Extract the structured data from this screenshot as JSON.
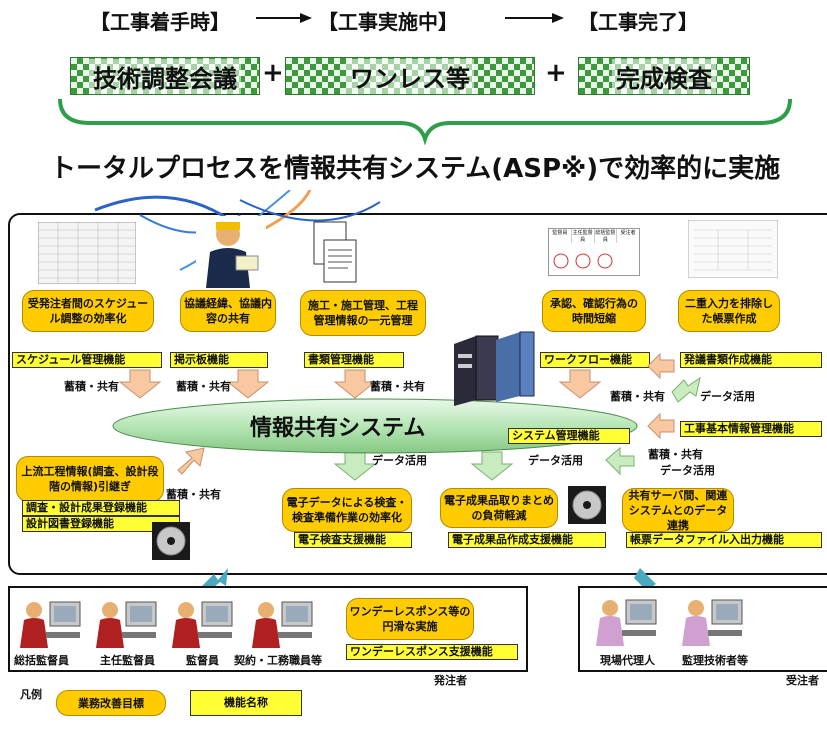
{
  "phases": [
    "【工事着手時】",
    "【工事実施中】",
    "【工事完了】"
  ],
  "process_boxes": [
    "技術調整会議",
    "ワンレス等",
    "完成検査"
  ],
  "plus_sign": "+",
  "headline": "トータルプロセスを情報共有システム(ASP※)で効率的に実施",
  "goals": {
    "schedule": "受発注者間のスケジュール調整の効率化",
    "discussion": "協議経緯、協議内容の共有",
    "documents": "施工・施工管理、工程管理情報の一元管理",
    "approval": "承認、確認行為の時間短縮",
    "double_entry": "二重入力を排除した帳票作成",
    "upstream": "上流工程情報(調査、設計段階の情報)引継ぎ",
    "inspection": "電子データによる検査・検査準備作業の効率化",
    "deliverables": "電子成果品取りまとめの負荷軽減",
    "server_link": "共有サーバ間、関連システムとのデータ連携",
    "oneday": "ワンデーレスポンス等の円滑な実施"
  },
  "functions": {
    "schedule": "スケジュール管理機能",
    "board": "掲示板機能",
    "documents": "書類管理機能",
    "workflow": "ワークフロー機能",
    "issue_docs": "発議書類作成機能",
    "basic_info": "工事基本情報管理機能",
    "system_mgmt": "システム管理機能",
    "survey_reg": "調査・設計成果登録機能",
    "design_reg": "設計図書登録機能",
    "inspection": "電子検査支援機能",
    "deliverables": "電子成果品作成支援機能",
    "file_io": "帳票データファイル入出力機能",
    "oneday": "ワンデーレスポンス支援機能"
  },
  "central_system": "情報共有システム",
  "flow_labels": {
    "store_share": "蓄積・共有",
    "data_use": "データ活用"
  },
  "mini_form_headers": [
    "監督員",
    "主任監督員",
    "総括監督員",
    "受注者"
  ],
  "orderer_roles": [
    "総括監督員",
    "主任監督員",
    "監督員",
    "契約・工務職員等"
  ],
  "orderer_label": "発注者",
  "contractor_roles": [
    "現場代理人",
    "監理技術者等"
  ],
  "contractor_label": "受注者",
  "legend": {
    "title": "凡例",
    "goal": "業務改善目標",
    "function": "機能名称"
  },
  "colors": {
    "goal": "#ffcc00",
    "function": "#ffff33",
    "system": "#b6e6b6",
    "arrow_orange": "#f8c8a0",
    "arrow_green": "#c8ecc0",
    "arrow_teal": "#4aa8c0"
  }
}
